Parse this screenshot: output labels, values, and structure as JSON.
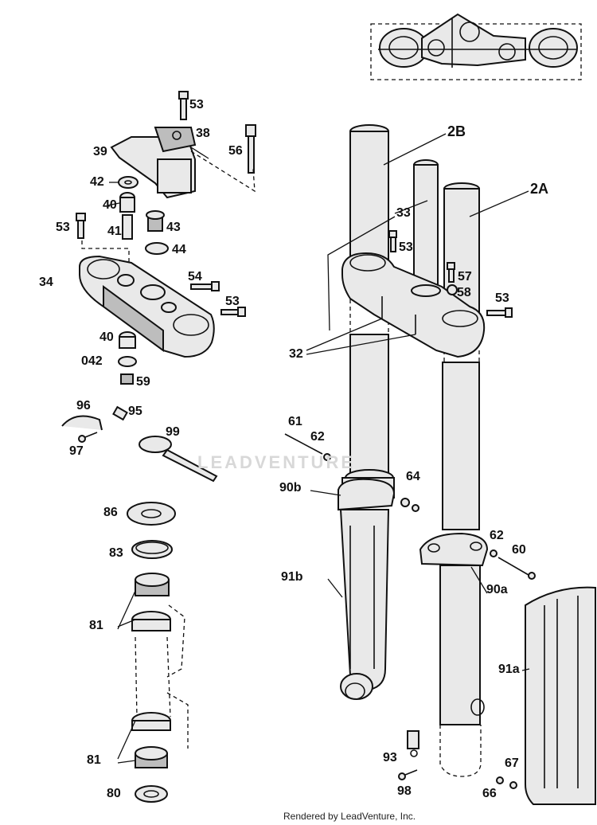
{
  "callouts": {
    "c53a": "53",
    "c38": "38",
    "c39": "39",
    "c56": "56",
    "c42": "42",
    "c40a": "40",
    "c43": "43",
    "c53b": "53",
    "c41": "41",
    "c44": "44",
    "c34": "34",
    "c54": "54",
    "c53c": "53",
    "c40b": "40",
    "c042": "042",
    "c59": "59",
    "c96": "96",
    "c95": "95",
    "c97": "97",
    "c99": "99",
    "c86": "86",
    "c83": "83",
    "c81a": "81",
    "c81b": "81",
    "c80": "80",
    "c2B": "2B",
    "c2A": "2A",
    "c33": "33",
    "c53d": "53",
    "c57": "57",
    "c58": "58",
    "c53e": "53",
    "c32": "32",
    "c61": "61",
    "c62a": "62",
    "c64": "64",
    "c90b": "90b",
    "c62b": "62",
    "c60": "60",
    "c91b": "91b",
    "c90a": "90a",
    "c91a": "91a",
    "c93": "93",
    "c98": "98",
    "c67": "67",
    "c66": "66"
  },
  "watermark": "LEADVENTURE",
  "footer": "Rendered by LeadVenture, Inc."
}
